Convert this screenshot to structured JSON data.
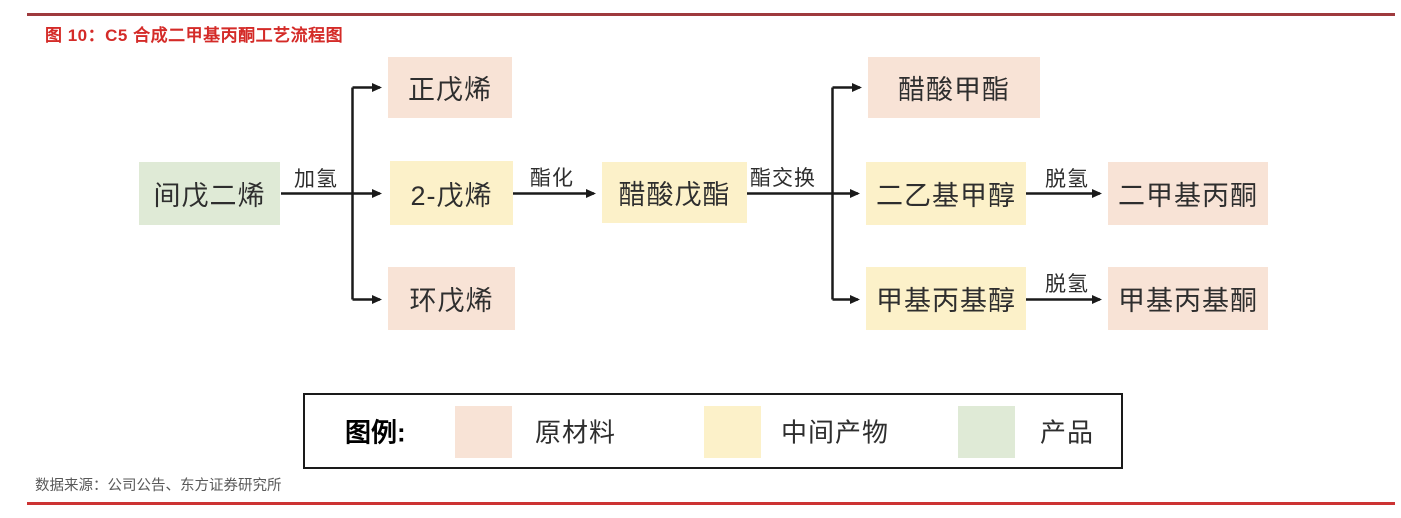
{
  "title": "图 10：C5 合成二甲基丙酮工艺流程图",
  "source": "数据来源：公司公告、东方证券研究所",
  "colors": {
    "raw_material": "#F8E3D6",
    "intermediate": "#FCF1C9",
    "product": "#DFEAD6",
    "title_red": "#D42B28",
    "top_rule": "#9E3A3D",
    "bottom_rule": "#CC3333",
    "arrow": "#1a1a1a",
    "source_text": "#595959"
  },
  "flow": {
    "nodes": [
      {
        "id": "pentadiene",
        "label": "间戊二烯",
        "type": "product"
      },
      {
        "id": "n-pentene",
        "label": "正戊烯",
        "type": "raw_material"
      },
      {
        "id": "2-pentene",
        "label": "2-戊烯",
        "type": "intermediate"
      },
      {
        "id": "cyclopentene",
        "label": "环戊烯",
        "type": "raw_material"
      },
      {
        "id": "amyl-acetate",
        "label": "醋酸戊酯",
        "type": "intermediate"
      },
      {
        "id": "methyl-acetate",
        "label": "醋酸甲酯",
        "type": "raw_material"
      },
      {
        "id": "diethyl-methanol",
        "label": "二乙基甲醇",
        "type": "intermediate"
      },
      {
        "id": "methyl-propyl-alcohol",
        "label": "甲基丙基醇",
        "type": "intermediate"
      },
      {
        "id": "dimethyl-acetone",
        "label": "二甲基丙酮",
        "type": "raw_material"
      },
      {
        "id": "methyl-propyl-ketone",
        "label": "甲基丙基酮",
        "type": "raw_material"
      }
    ],
    "edges": [
      {
        "from": "间戊二烯",
        "to": "正戊烯",
        "label": "加氢"
      },
      {
        "from": "间戊二烯",
        "to": "2-戊烯",
        "label": "加氢"
      },
      {
        "from": "间戊二烯",
        "to": "环戊烯",
        "label": "加氢"
      },
      {
        "from": "2-戊烯",
        "to": "醋酸戊酯",
        "label": "酯化"
      },
      {
        "from": "醋酸戊酯",
        "to": "醋酸甲酯",
        "label": "酯交换"
      },
      {
        "from": "醋酸戊酯",
        "to": "二乙基甲醇",
        "label": "酯交换"
      },
      {
        "from": "醋酸戊酯",
        "to": "甲基丙基醇",
        "label": "酯交换"
      },
      {
        "from": "二乙基甲醇",
        "to": "二甲基丙酮",
        "label": "脱氢"
      },
      {
        "from": "甲基丙基醇",
        "to": "甲基丙基酮",
        "label": "脱氢"
      }
    ]
  },
  "legend": {
    "title": "图例:",
    "items": [
      {
        "label": "原材料",
        "type": "raw_material"
      },
      {
        "label": "中间产物",
        "type": "intermediate"
      },
      {
        "label": "产品",
        "type": "product"
      }
    ]
  }
}
